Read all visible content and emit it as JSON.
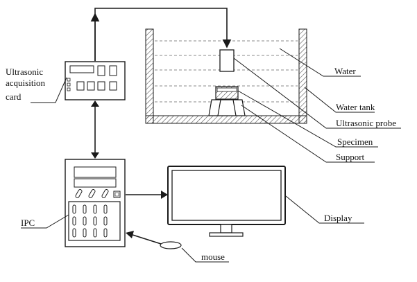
{
  "labels": {
    "acquisition_card": [
      "Ultrasonic",
      "acquisition",
      "card"
    ],
    "water": "Water",
    "water_tank": "Water tank",
    "ultrasonic_probe": "Ultrasonic probe",
    "specimen": "Specimen",
    "support": "Support",
    "ipc": "IPC",
    "display": "Display",
    "mouse": "mouse"
  },
  "colors": {
    "stroke": "#1a1a1a",
    "hatch": "#555555",
    "water_line": "#888888"
  }
}
